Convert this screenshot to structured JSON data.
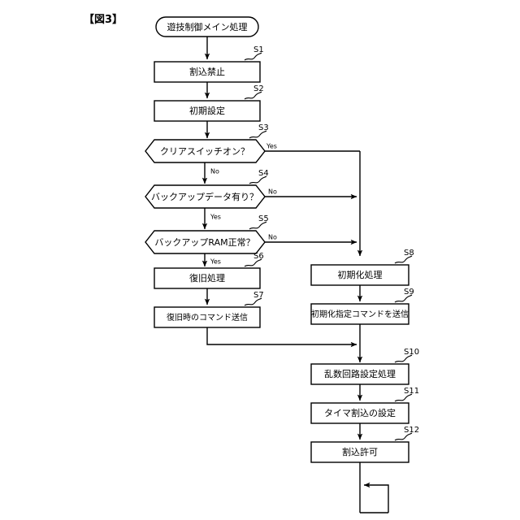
{
  "figure": {
    "label": "【図3】"
  },
  "flowchart": {
    "title": "遊技制御メイン処理",
    "start_node": {
      "label": "遊技制御メイン処理",
      "shape": "stadium"
    },
    "nodes": [
      {
        "id": "S1",
        "step": "S1",
        "label": "割込禁止",
        "shape": "process"
      },
      {
        "id": "S2",
        "step": "S2",
        "label": "初期設定",
        "shape": "process"
      },
      {
        "id": "S3",
        "step": "S3",
        "label": "クリアスイッチオン？",
        "shape": "decision"
      },
      {
        "id": "S4",
        "step": "S4",
        "label": "バックアップデータ有り？",
        "shape": "decision"
      },
      {
        "id": "S5",
        "step": "S5",
        "label": "バックアップRAM正常？",
        "shape": "decision"
      },
      {
        "id": "S6",
        "step": "S6",
        "label": "復旧処理",
        "shape": "process"
      },
      {
        "id": "S7",
        "step": "S7",
        "label": "復旧時のコマンド送信",
        "shape": "process"
      },
      {
        "id": "S8",
        "step": "S8",
        "label": "初期化処理",
        "shape": "process"
      },
      {
        "id": "S9",
        "step": "S9",
        "label": "初期化指定コマンドを送信",
        "shape": "process"
      },
      {
        "id": "S10",
        "step": "S10",
        "label": "乱数回路設定処理",
        "shape": "process"
      },
      {
        "id": "S11",
        "step": "S11",
        "label": "タイマ割込の設定",
        "shape": "process"
      },
      {
        "id": "S12",
        "step": "S12",
        "label": "割込許可",
        "shape": "process"
      }
    ],
    "branch_labels": {
      "s3_yes": "Yes",
      "s3_no": "No",
      "s4_no": "No",
      "s4_yes": "Yes",
      "s5_no": "No",
      "s5_yes": "Yes"
    },
    "edges": [
      {
        "from": "start",
        "to": "S1",
        "label": ""
      },
      {
        "from": "S1",
        "to": "S2",
        "label": ""
      },
      {
        "from": "S2",
        "to": "S3",
        "label": ""
      },
      {
        "from": "S3",
        "to": "S8",
        "label": "Yes"
      },
      {
        "from": "S3",
        "to": "S4",
        "label": "No"
      },
      {
        "from": "S4",
        "to": "S8",
        "label": "No"
      },
      {
        "from": "S4",
        "to": "S5",
        "label": "Yes"
      },
      {
        "from": "S5",
        "to": "S8",
        "label": "No"
      },
      {
        "from": "S5",
        "to": "S6",
        "label": "Yes"
      },
      {
        "from": "S6",
        "to": "S7",
        "label": ""
      },
      {
        "from": "S7",
        "to": "S10",
        "label": ""
      },
      {
        "from": "S8",
        "to": "S9",
        "label": ""
      },
      {
        "from": "S9",
        "to": "S10",
        "label": ""
      },
      {
        "from": "S10",
        "to": "S11",
        "label": ""
      },
      {
        "from": "S11",
        "to": "S12",
        "label": ""
      },
      {
        "from": "S12",
        "to": "loop",
        "label": ""
      }
    ],
    "colors": {
      "stroke": "#000000",
      "fill": "#ffffff",
      "background": "#ffffff"
    }
  }
}
